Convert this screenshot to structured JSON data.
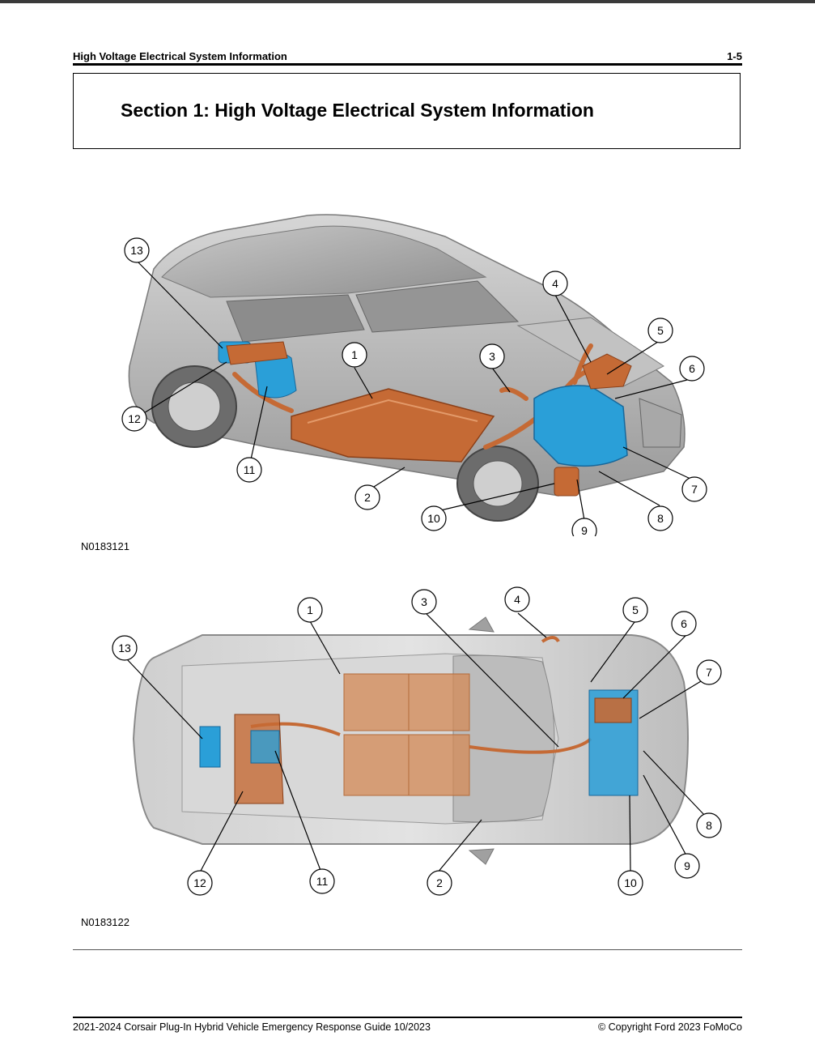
{
  "header": {
    "section_title": "High Voltage Electrical System Information",
    "page_number": "1-5"
  },
  "title_box": {
    "heading": "Section 1: High Voltage Electrical System Information"
  },
  "figures": [
    {
      "view": "isometric",
      "figure_id": "N0183121",
      "callouts": [
        "1",
        "2",
        "3",
        "4",
        "5",
        "6",
        "7",
        "8",
        "9",
        "10",
        "11",
        "12",
        "13"
      ]
    },
    {
      "view": "top",
      "figure_id": "N0183122",
      "callouts": [
        "1",
        "2",
        "3",
        "4",
        "5",
        "6",
        "7",
        "8",
        "9",
        "10",
        "11",
        "12",
        "13"
      ]
    }
  ],
  "colors": {
    "high_voltage_cable": "#c56a35",
    "high_voltage_component": "#2a9fd8",
    "vehicle_body": "#b8b8b8"
  },
  "footer": {
    "guide_title": "2021-2024 Corsair Plug-In Hybrid Vehicle Emergency Response Guide 10/2023",
    "copyright": "© Copyright Ford 2023 FoMoCo"
  }
}
